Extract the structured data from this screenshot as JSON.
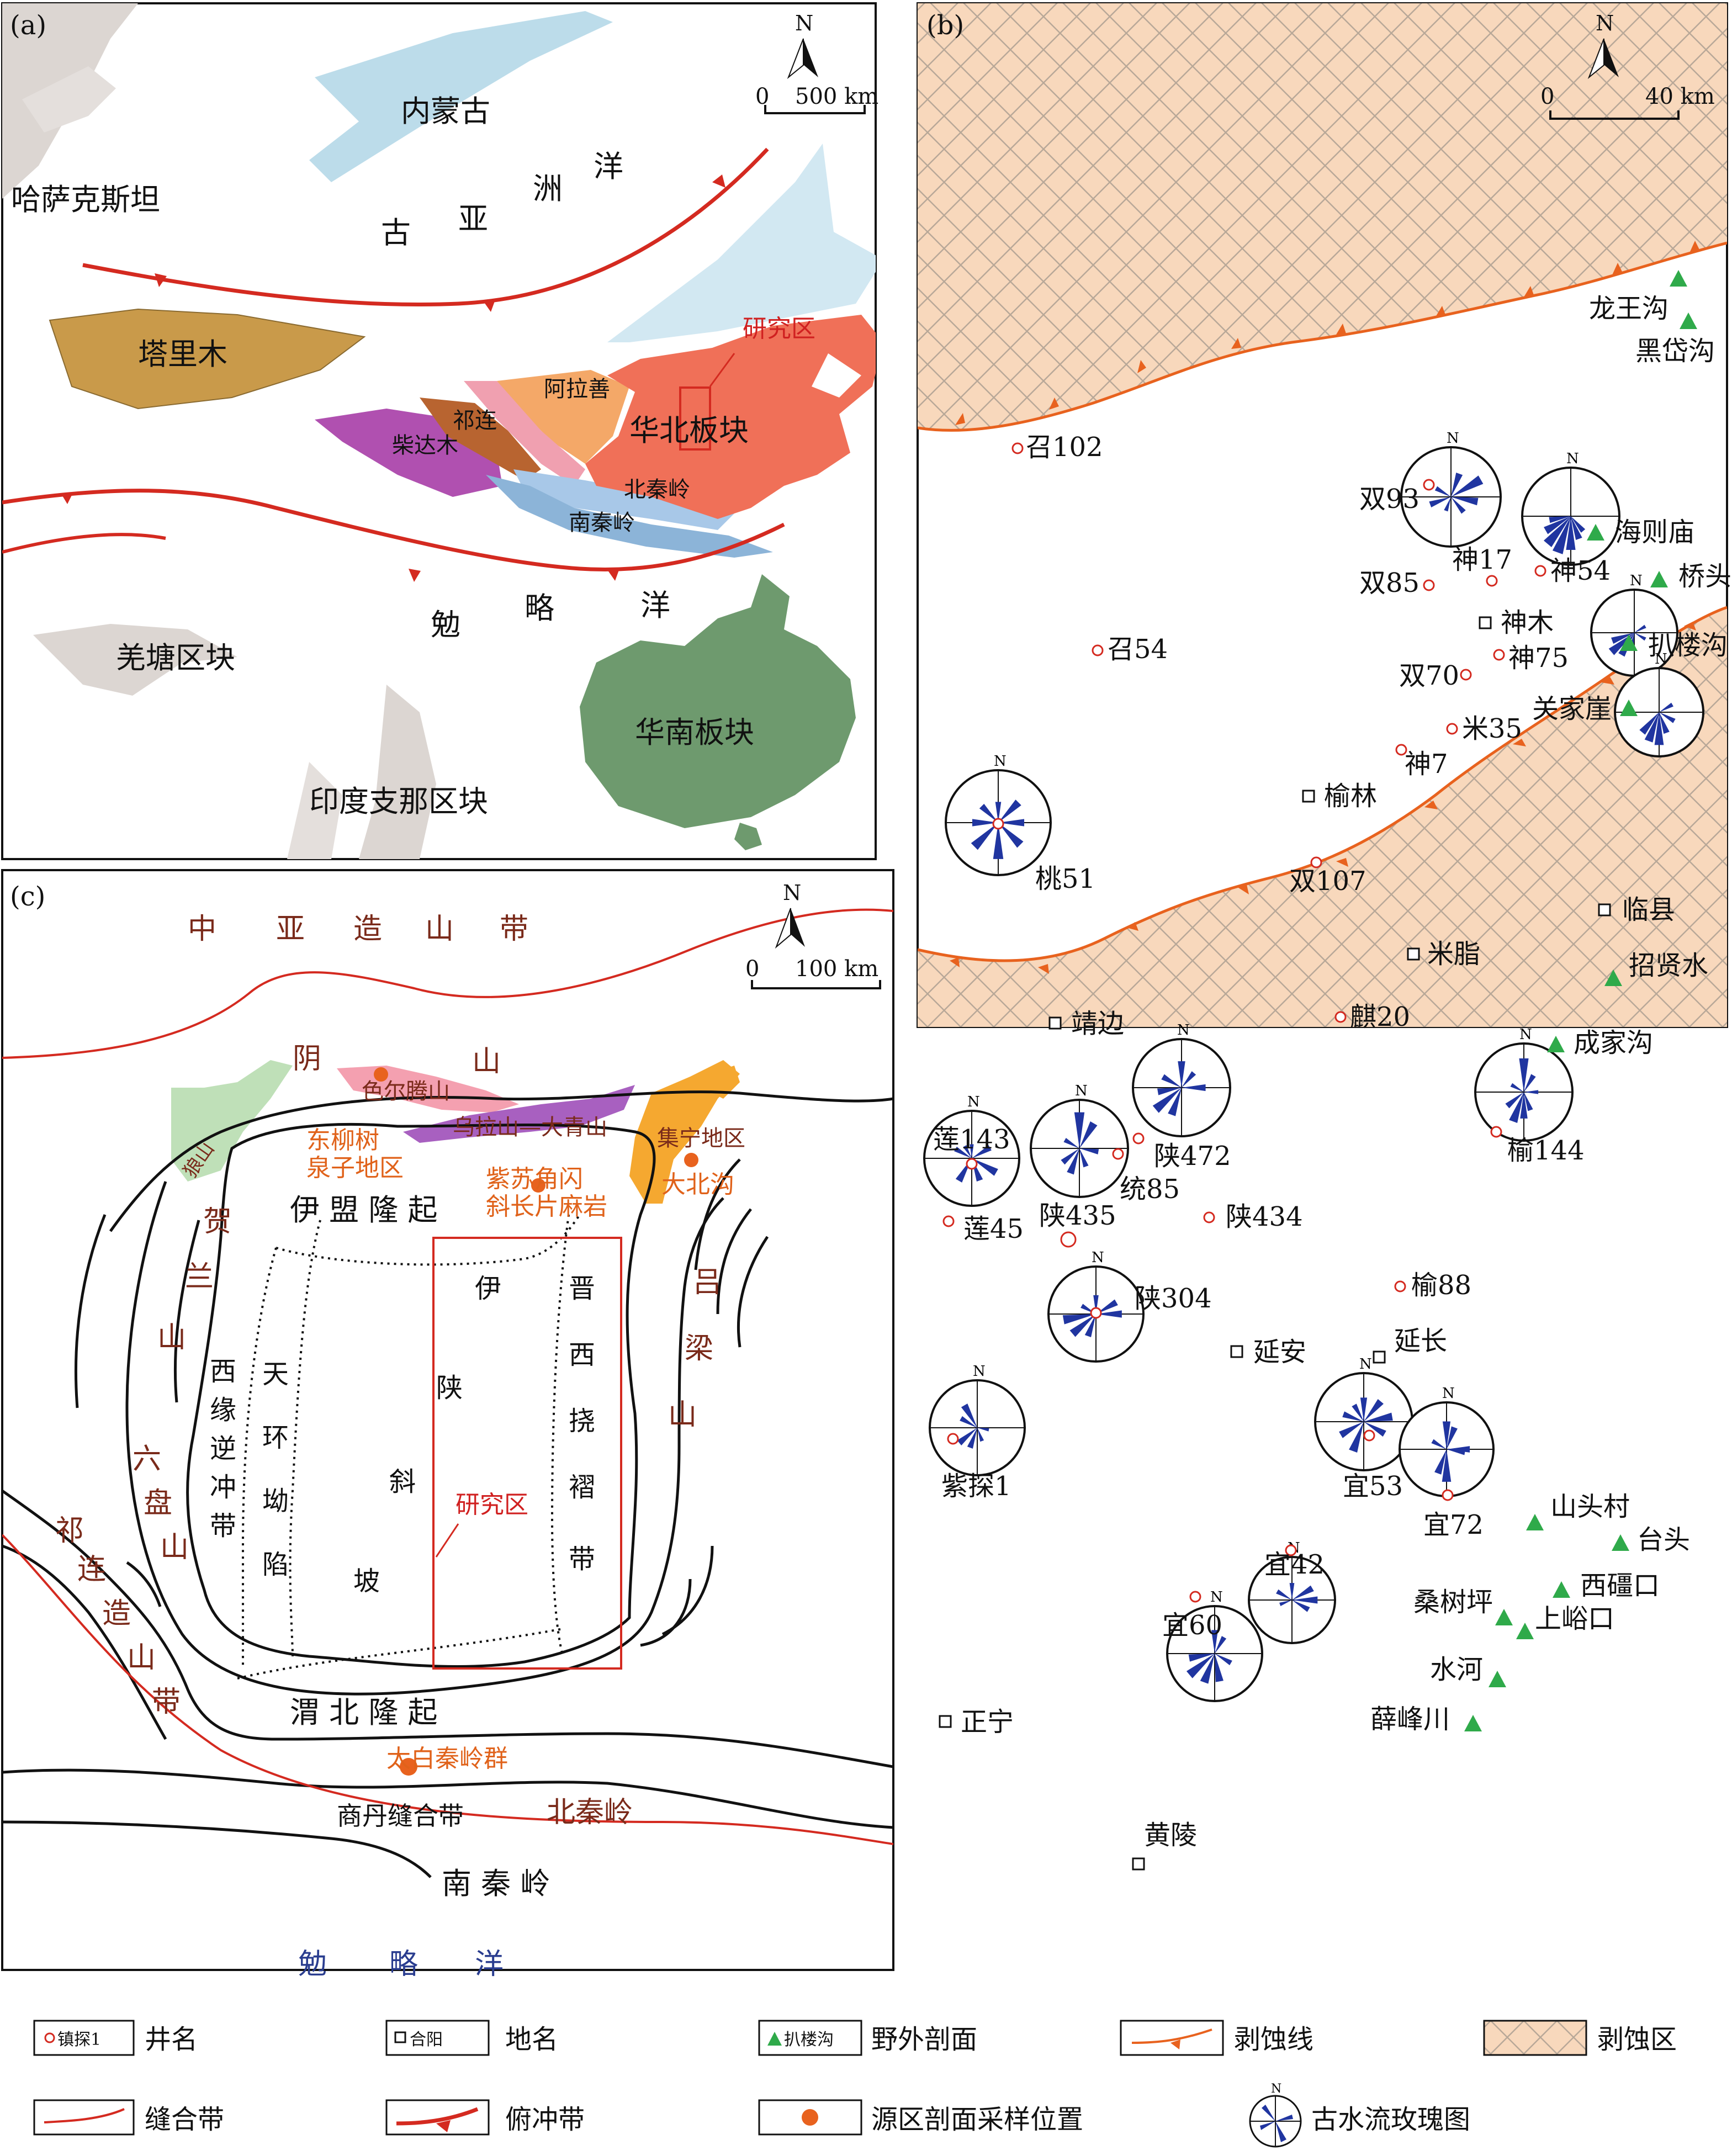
{
  "panel_a": {
    "tag": "(a)",
    "north": "N",
    "scale": [
      "0",
      "500 km"
    ],
    "labels": {
      "neimenggu": "内蒙古",
      "hasakesitan": "哈萨克斯坦",
      "guyazhouyang": [
        "古",
        "亚",
        "洲",
        "洋"
      ],
      "talimu": "塔里木",
      "yanjiuqu": "研究区",
      "alashan": "阿拉善",
      "qilian": "祁连",
      "chaidamu": "柴达木",
      "huabei": "华北板块",
      "beiqinling": "北秦岭",
      "nanqinling": "南秦岭",
      "mianlueyang": [
        "勉",
        "略",
        "洋"
      ],
      "qiangtang": "羌塘区块",
      "huanan": "华南板块",
      "yindu": "印度支那区块"
    }
  },
  "panel_b": {
    "tag": "(b)",
    "north": "N",
    "scale": [
      "0",
      "40 km"
    ],
    "wells": [
      {
        "name": "召102"
      },
      {
        "name": "双93"
      },
      {
        "name": "神17"
      },
      {
        "name": "神54"
      },
      {
        "name": "双85"
      },
      {
        "name": "召54"
      },
      {
        "name": "双70"
      },
      {
        "name": "神75"
      },
      {
        "name": "米35"
      },
      {
        "name": "神7"
      },
      {
        "name": "桃51"
      },
      {
        "name": "双107"
      },
      {
        "name": "麒20"
      },
      {
        "name": "莲143"
      },
      {
        "name": "统85"
      },
      {
        "name": "陕472"
      },
      {
        "name": "陕435"
      },
      {
        "name": "陕434"
      },
      {
        "name": "莲45"
      },
      {
        "name": "榆144"
      },
      {
        "name": "榆88"
      },
      {
        "name": "陕304"
      },
      {
        "name": "紫探1"
      },
      {
        "name": "宜53"
      },
      {
        "name": "宜72"
      },
      {
        "name": "宜42"
      },
      {
        "name": "宜60"
      }
    ],
    "places": [
      {
        "name": "神木"
      },
      {
        "name": "榆林"
      },
      {
        "name": "临县"
      },
      {
        "name": "米脂"
      },
      {
        "name": "靖边"
      },
      {
        "name": "延安"
      },
      {
        "name": "延长"
      },
      {
        "name": "正宁"
      },
      {
        "name": "黄陵"
      }
    ],
    "sections": [
      {
        "name": "龙王沟"
      },
      {
        "name": "黑岱沟"
      },
      {
        "name": "海则庙"
      },
      {
        "name": "桥头"
      },
      {
        "name": "扒楼沟"
      },
      {
        "name": "关家崖"
      },
      {
        "name": "招贤水"
      },
      {
        "name": "成家沟"
      },
      {
        "name": "山头村"
      },
      {
        "name": "台头"
      },
      {
        "name": "西礓口"
      },
      {
        "name": "桑树坪"
      },
      {
        "name": "上峪口"
      },
      {
        "name": "水河"
      },
      {
        "name": "薛峰川"
      }
    ]
  },
  "panel_c": {
    "tag": "(c)",
    "north": "N",
    "scale": [
      "0",
      "100 km"
    ],
    "labels": {
      "zhongya": [
        "中",
        "亚",
        "造",
        "山",
        "带"
      ],
      "yinshan": [
        "阴",
        "山"
      ],
      "seerteng": "色尔腾山",
      "langshan": "狼山",
      "wulashan": "乌拉山—大青山",
      "jining": "集宁地区",
      "dongliushu": [
        "东柳树",
        "泉子地区"
      ],
      "zisujiao": [
        "紫苏角闪",
        "斜长片麻岩"
      ],
      "dabeigou": "大北沟",
      "yimeng": "伊 盟 隆 起",
      "helanshan": [
        "贺",
        "兰",
        "山"
      ],
      "lvliang": [
        "吕",
        "梁",
        "山"
      ],
      "xiyuan": [
        "西",
        "缘",
        "逆",
        "冲",
        "带"
      ],
      "tianhuan": [
        "天",
        "环",
        "坳",
        "陷"
      ],
      "yishan": [
        "伊",
        "陕",
        "斜",
        "坡"
      ],
      "jinxi": [
        "晋",
        "西",
        "挠",
        "褶",
        "带"
      ],
      "yanjiuqu": "研究区",
      "liupanshan": [
        "六",
        "盘",
        "山"
      ],
      "qilianzao": [
        "祁",
        "连",
        "造",
        "山",
        "带"
      ],
      "weibei": "渭 北 隆 起",
      "taibai": "太白秦岭群",
      "shangdan": "商丹缝合带",
      "beiqinling": "北秦岭",
      "nanqinling": "南 秦 岭",
      "mianlue": [
        "勉",
        "略",
        "洋"
      ]
    }
  },
  "legend": {
    "items": [
      {
        "sample": "镇探1",
        "label": "井名"
      },
      {
        "sample": "合阳",
        "label": "地名"
      },
      {
        "sample": "扒楼沟",
        "label": "野外剖面"
      },
      {
        "label": "剥蚀线"
      },
      {
        "label": "剥蚀区"
      },
      {
        "label": "缝合带"
      },
      {
        "label": "俯冲带"
      },
      {
        "label": "源区剖面采样位置"
      },
      {
        "sample": "N",
        "label": "古水流玫瑰图"
      }
    ]
  },
  "colors": {
    "suture": "#d42a20",
    "erosion_line": "#e8621e",
    "erosion_fill": "#f8d8bc",
    "well": "#d42a20",
    "section": "#2faa4a",
    "rose": "#2035a0",
    "neimenggu": "#bcdcea",
    "talimu": "#c99a4a",
    "huabei": "#f07058",
    "alashan": "#f4a868",
    "qilian": "#b86430",
    "chaidamu": "#b050b0",
    "beiqinling": "#a8c8e8",
    "nanqinling": "#8cb4d8",
    "huanan": "#6e9a6e",
    "grey": "#dcd6d2"
  }
}
